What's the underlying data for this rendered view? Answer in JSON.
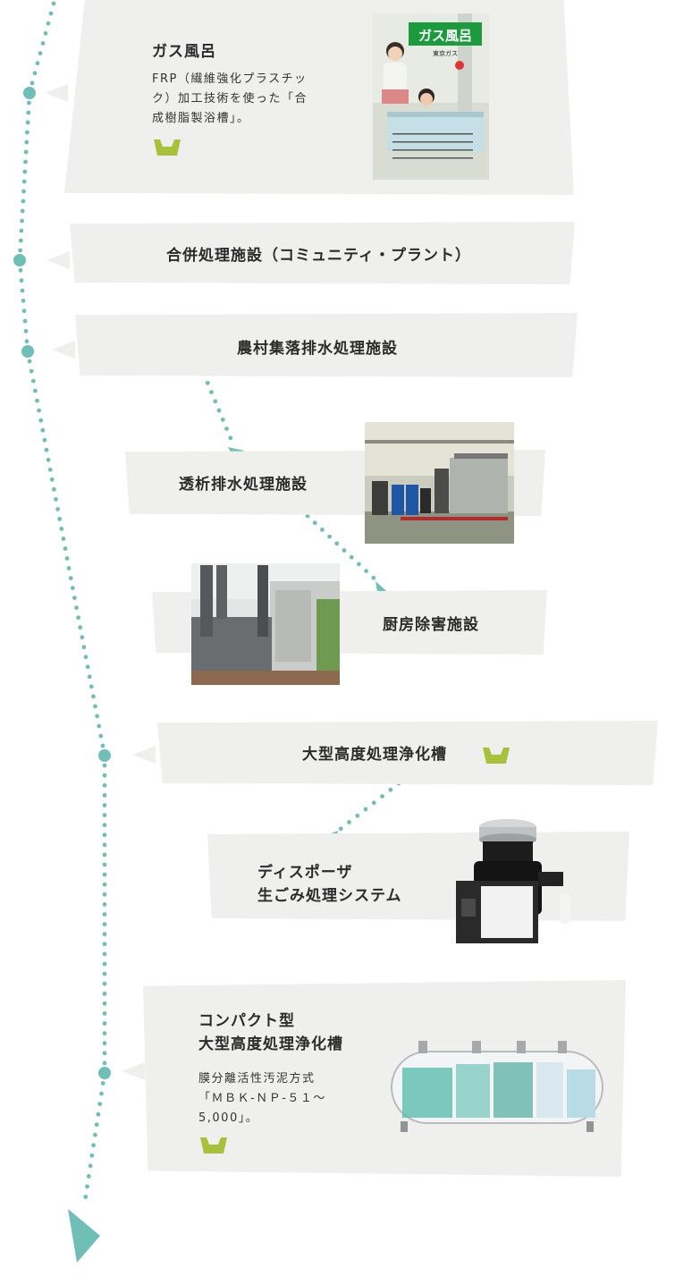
{
  "items": {
    "gas_bath": {
      "title": "ガス風呂",
      "desc": [
        "FRP（繊維強化プラスチッ",
        "ク）加工技術を使った「合",
        "成樹脂製浴槽」。"
      ],
      "poster": {
        "title": "ガス風呂",
        "sub": "東京ガス"
      }
    },
    "community_plant": {
      "title": "合併処理施設（コミュニティ・プラント）"
    },
    "rural": {
      "title": "農村集落排水処理施設"
    },
    "dialysis": {
      "title": "透析排水処理施設"
    },
    "kitchen": {
      "title": "厨房除害施設"
    },
    "large_tank": {
      "title": "大型高度処理浄化槽"
    },
    "disposer": {
      "title_lines": [
        "ディスポーザ",
        "生ごみ処理システム"
      ]
    },
    "compact": {
      "title_lines": [
        "コンパクト型",
        "大型高度処理浄化槽"
      ],
      "desc": [
        "膜分離活性汚泥方式",
        "「ＭＢＫ-ＮＰ-５１～",
        "5,000」。"
      ]
    }
  },
  "colors": {
    "accent_teal": "#6fbfb7",
    "mark_green": "#a7c23a",
    "card_bg": "#efefed"
  },
  "icons": {
    "mark": "green-chevron-mark-icon",
    "arrowhead": "teal-triangle-arrow-icon"
  }
}
